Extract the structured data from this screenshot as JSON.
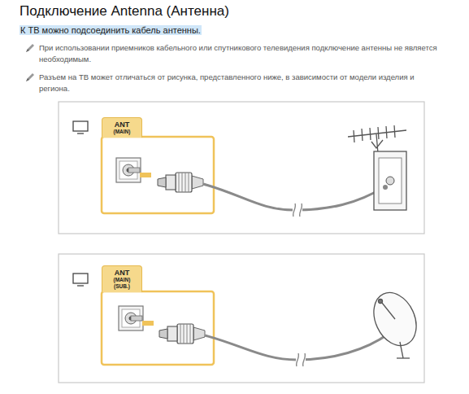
{
  "diagram": {
    "title": "Подключение Antenna (Антенна)",
    "nodes": [
      {
        "text": [
          "ANT",
          "(MAIN)"
        ]
      },
      {
        "text": [
          "ANT",
          "(MAIN)",
          "(SUB.)"
        ]
      }
    ],
    "labels": [
      "К ТВ можно подсоединить кабель антенны.",
      "При использовании приемников кабельного или спутникового телевидения подключение антенны не является необходимым.",
      "Разъем на ТВ может отличаться от рисунка, представленного ниже, в зависимости от модели изделия и региона."
    ]
  }
}
